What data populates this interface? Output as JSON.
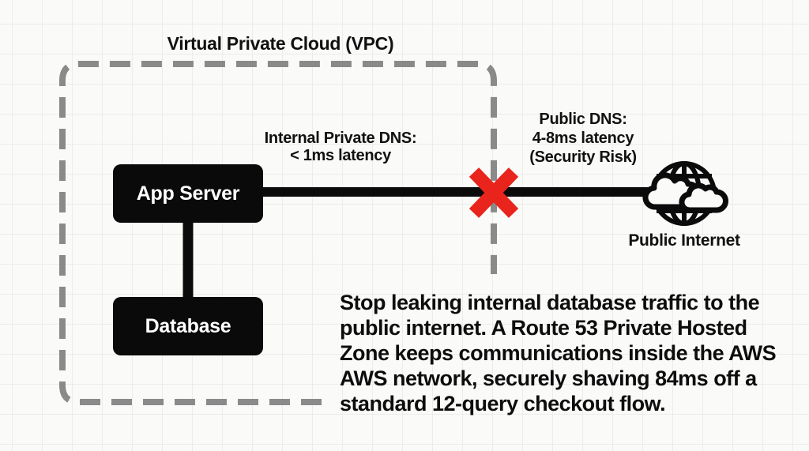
{
  "vpc": {
    "title": "Virtual Private Cloud (VPC)"
  },
  "nodes": {
    "app_server": "App Server",
    "database": "Database"
  },
  "labels": {
    "internal_dns": "Internal Private DNS:\n< 1ms latency",
    "public_dns": "Public DNS:\n4-8ms latency\n(Security Risk)",
    "public_internet": "Public Internet"
  },
  "caption": "Stop leaking internal database traffic to the\npublic internet. A Route 53 Private Hosted\nZone keeps communications inside the AWS\nAWS network, securely shaving 84ms off a\nstandard 12-query checkout flow.",
  "icons": {
    "globe_cloud": "globe-cloud-icon",
    "blocked_x": "blocked-x-icon"
  },
  "colors": {
    "background": "#fafaf8",
    "grid": "#ececea",
    "node_fill": "#0a0a0a",
    "node_text": "#ffffff",
    "dashed_border": "#8a8a8a",
    "connector": "#0b0b0b",
    "x_red": "#e8241c"
  }
}
